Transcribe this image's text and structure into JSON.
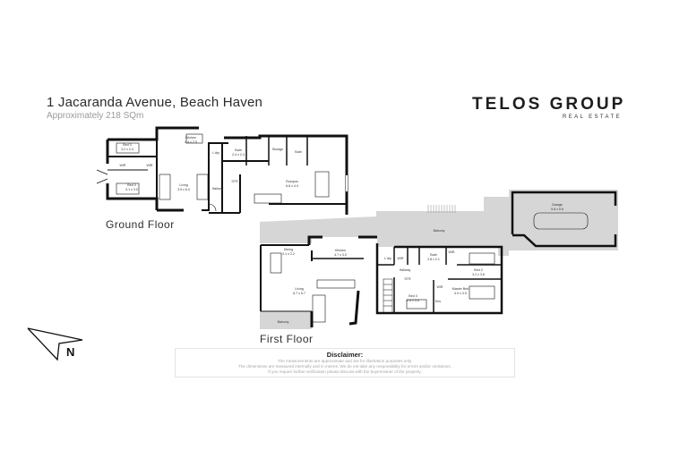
{
  "header": {
    "address": "1 Jacaranda Avenue, Beach Haven",
    "area": "Approximately 218 SQm"
  },
  "brand": {
    "name": "TELOS GROUP",
    "tagline": "REAL ESTATE"
  },
  "ground_floor": {
    "label": "Ground Floor",
    "rooms": [
      {
        "name": "Bed 3",
        "dims": "3.2 x 2.4"
      },
      {
        "name": "Bed 4",
        "dims": "3.1 x 3.0"
      },
      {
        "name": "WIR",
        "dims": ""
      },
      {
        "name": "WIR",
        "dims": ""
      },
      {
        "name": "Kitchen",
        "dims": "4.4 x 2.5"
      },
      {
        "name": "Living",
        "dims": "3.5 x 6.0"
      },
      {
        "name": "L'dry",
        "dims": ""
      },
      {
        "name": "Bath",
        "dims": "2.4 x 2.4"
      },
      {
        "name": "Storage",
        "dims": ""
      },
      {
        "name": "Bath",
        "dims": ""
      },
      {
        "name": "Rumpus",
        "dims": "6.8 x 4.4"
      },
      {
        "name": "Hallway",
        "dims": ""
      },
      {
        "name": "STR",
        "dims": ""
      }
    ]
  },
  "first_floor": {
    "label": "First Floor",
    "rooms": [
      {
        "name": "Dining",
        "dims": "3.1 x 2.2"
      },
      {
        "name": "Kitchen",
        "dims": "4.7 x 3.0"
      },
      {
        "name": "Living",
        "dims": "6.7 x 5.7"
      },
      {
        "name": "Balcony",
        "dims": ""
      },
      {
        "name": "Balcony",
        "dims": ""
      },
      {
        "name": "Garage",
        "dims": "5.8 x 5.8"
      },
      {
        "name": "L'dry",
        "dims": ""
      },
      {
        "name": "WIR",
        "dims": ""
      },
      {
        "name": "Bath",
        "dims": "2.8 x 2.1"
      },
      {
        "name": "WIR",
        "dims": ""
      },
      {
        "name": "Bed 2",
        "dims": "3.2 x 3.6"
      },
      {
        "name": "Hallway",
        "dims": ""
      },
      {
        "name": "STR",
        "dims": ""
      },
      {
        "name": "Bed 3",
        "dims": "2.6 x 3.5"
      },
      {
        "name": "Master Bed",
        "dims": "4.0 x 3.5"
      },
      {
        "name": "WIR",
        "dims": ""
      },
      {
        "name": "Ens",
        "dims": ""
      }
    ]
  },
  "compass": {
    "label": "N"
  },
  "disclaimer": {
    "title": "Disclaimer:",
    "lines": [
      "The measurements are approximate and are for illustration purposes only.",
      "The dimensions are measured internally and in metres. We do not take any responsibility for errors and/or omissions.",
      "If you require further verification please discuss with the buyer/owner of the property."
    ]
  },
  "colors": {
    "wall": "#111111",
    "outdoor": "#d4d4d4",
    "text": "#2b2b2b"
  }
}
